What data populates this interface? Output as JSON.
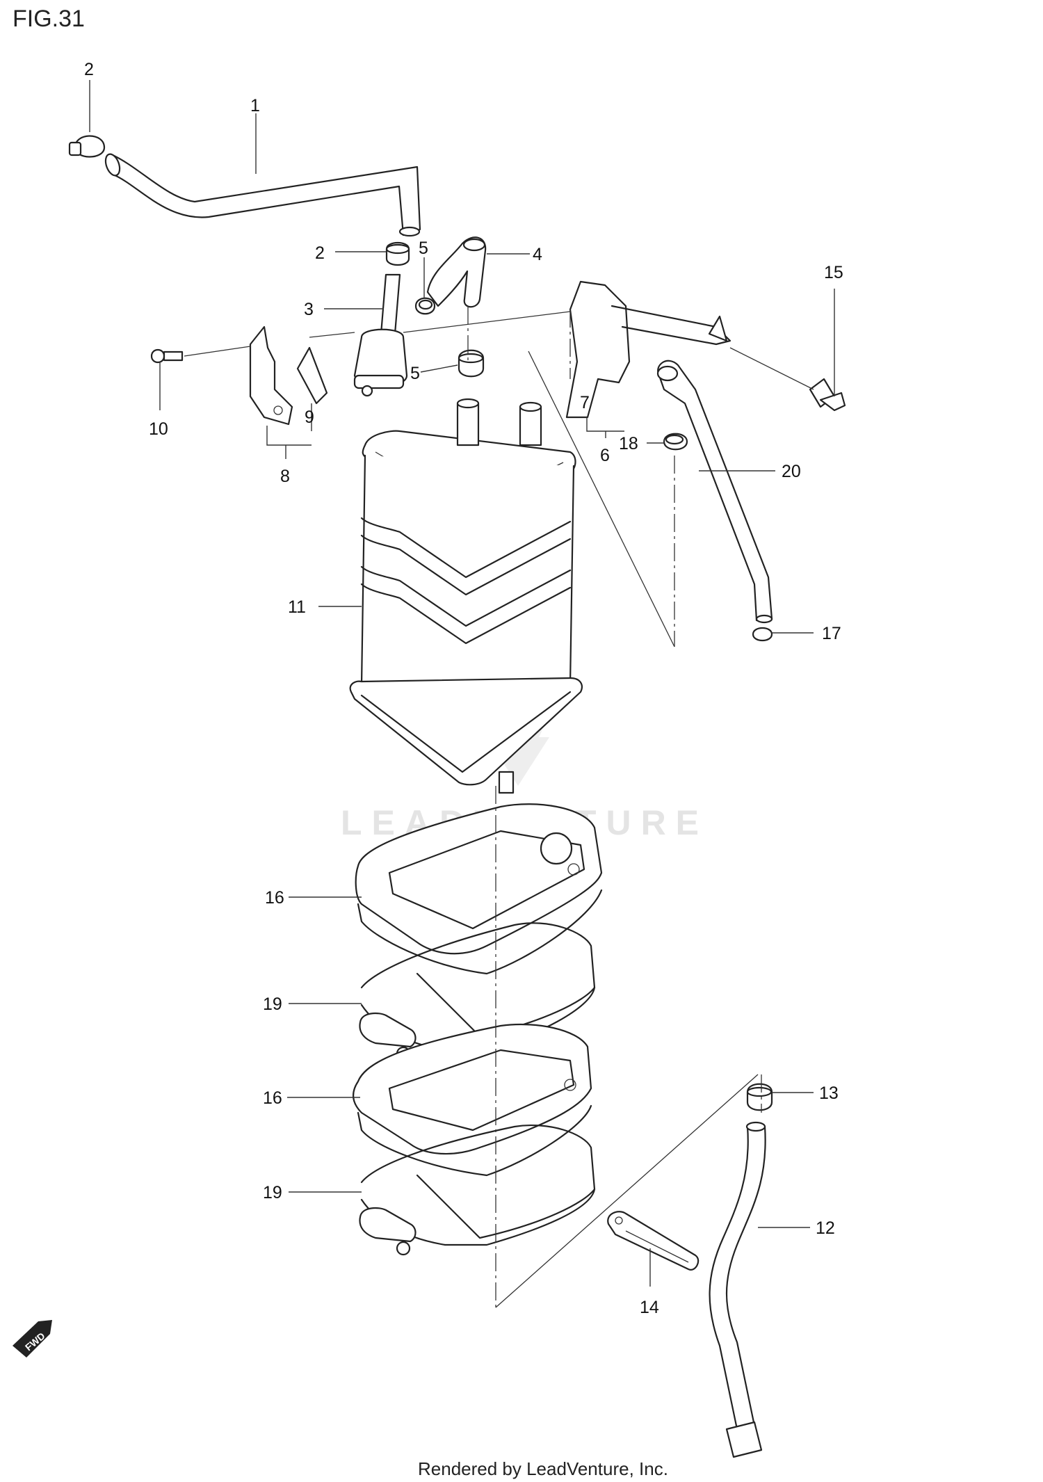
{
  "figure": {
    "title": "FIG.31",
    "watermark": "LEADVENTURE",
    "footer": "Rendered by LeadVenture, Inc.",
    "direction_marker": "FWD"
  },
  "callouts": {
    "c1": "1",
    "c2a": "2",
    "c2b": "2",
    "c3": "3",
    "c4": "4",
    "c5a": "5",
    "c5b": "5",
    "c6": "6",
    "c7": "7",
    "c8": "8",
    "c9": "9",
    "c10": "10",
    "c11": "11",
    "c12": "12",
    "c13": "13",
    "c14": "14",
    "c15": "15",
    "c16a": "16",
    "c16b": "16",
    "c17": "17",
    "c18": "18",
    "c19a": "19",
    "c19b": "19",
    "c20": "20"
  },
  "colors": {
    "line": "#222222",
    "watermark": "#e4e4e4",
    "background": "#ffffff"
  }
}
